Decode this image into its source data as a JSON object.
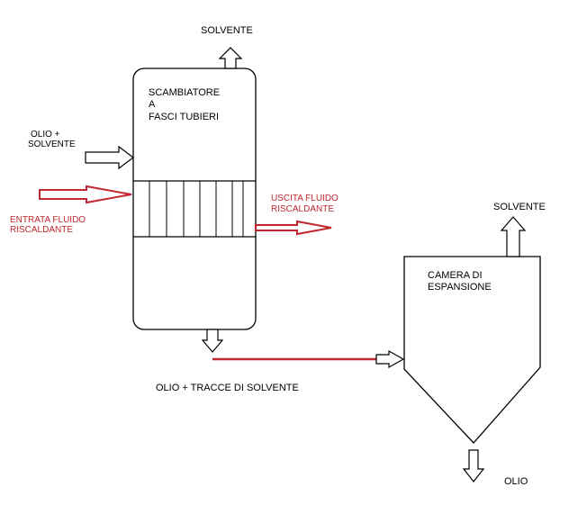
{
  "colors": {
    "line": "#000000",
    "heating_fluid": "#c1272d"
  },
  "labels": {
    "top_solvent": "SOLVENTE",
    "exchanger_title": [
      "SCAMBIATORE",
      "A",
      "FASCI TUBIERI"
    ],
    "feed_inlet": [
      "OLIO +",
      "SOLVENTE"
    ],
    "heating_in": [
      "ENTRATA FLUIDO",
      "RISCALDANTE"
    ],
    "heating_out": [
      "USCITA FLUIDO",
      "RISCALDANTE"
    ],
    "bottom_product": "OLIO + TRACCE DI SOLVENTE",
    "chamber_solvent": "SOLVENTE",
    "chamber_title": [
      "CAMERA DI",
      "ESPANSIONE"
    ],
    "chamber_oil": "OLIO"
  }
}
